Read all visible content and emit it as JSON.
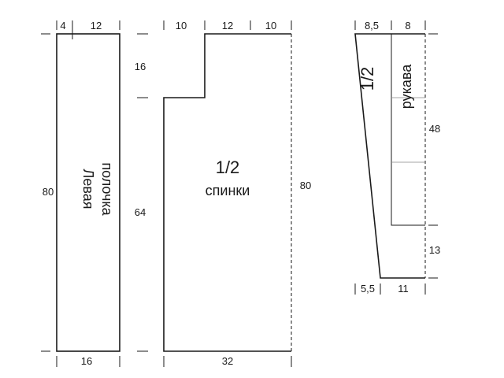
{
  "left_front": {
    "label_line1": "Левая",
    "label_line2": "полочка",
    "dim_top_left": "4",
    "dim_top_right": "12",
    "dim_height": "80",
    "dim_height_lower": "64",
    "dim_bottom": "16"
  },
  "back": {
    "label_fraction": "1/2",
    "label_word": "спинки",
    "dim_top_left": "10",
    "dim_top_mid": "12",
    "dim_top_right": "10",
    "dim_step": "16",
    "dim_height": "80",
    "dim_bottom": "32"
  },
  "sleeve": {
    "label_fraction": "1/2",
    "label_word": "рукава",
    "dim_top_left": "8,5",
    "dim_top_right": "8",
    "dim_upper": "48",
    "dim_lower": "13",
    "dim_bottom_left": "5,5",
    "dim_bottom_right": "11"
  }
}
